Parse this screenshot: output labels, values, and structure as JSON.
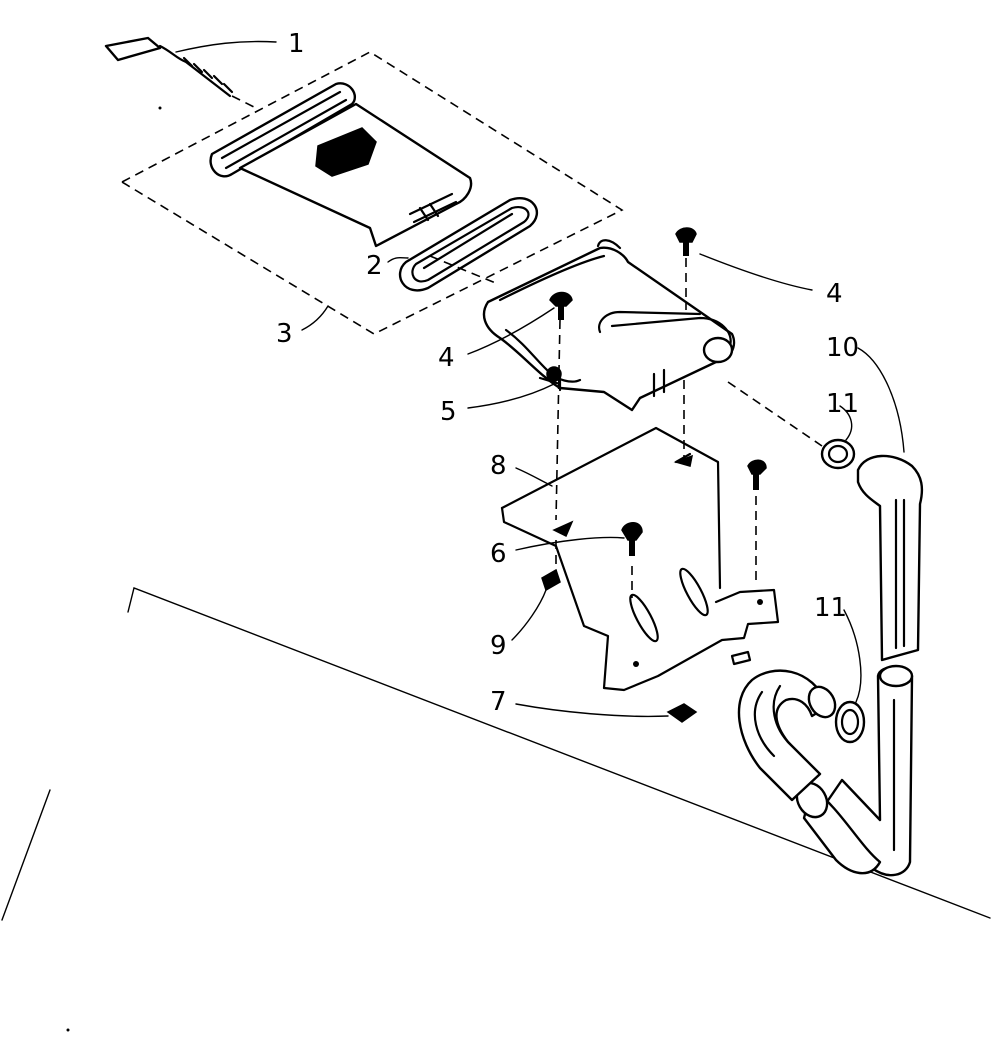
{
  "callouts": [
    {
      "id": "c1",
      "label": "1"
    },
    {
      "id": "c2",
      "label": "2"
    },
    {
      "id": "c3",
      "label": "3"
    },
    {
      "id": "c4a",
      "label": "4"
    },
    {
      "id": "c4b",
      "label": "4"
    },
    {
      "id": "c5",
      "label": "5"
    },
    {
      "id": "c6",
      "label": "6"
    },
    {
      "id": "c7",
      "label": "7"
    },
    {
      "id": "c8",
      "label": "8"
    },
    {
      "id": "c9",
      "label": "9"
    },
    {
      "id": "c10",
      "label": "10"
    },
    {
      "id": "c11a",
      "label": "11"
    },
    {
      "id": "c11b",
      "label": "11"
    }
  ]
}
